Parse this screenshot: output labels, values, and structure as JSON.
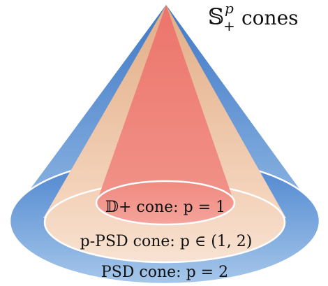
{
  "title": {
    "symbol": "𝕊",
    "superscript": "p",
    "subscript": "+",
    "text": "cones"
  },
  "cones": [
    {
      "id": "psd",
      "label": "PSD cone: p = 2",
      "color_top": "#3f78c6",
      "color_bottom": "#8fb7e3"
    },
    {
      "id": "p-psd",
      "label": "p-PSD cone: p ∈ (1, 2)",
      "color_top": "#e7b896",
      "color_bottom": "#f7dcc8"
    },
    {
      "id": "d-plus",
      "label": "𝔻+ cone: p = 1",
      "color_top": "#ee7a72",
      "color_bottom": "#f6a198"
    }
  ]
}
